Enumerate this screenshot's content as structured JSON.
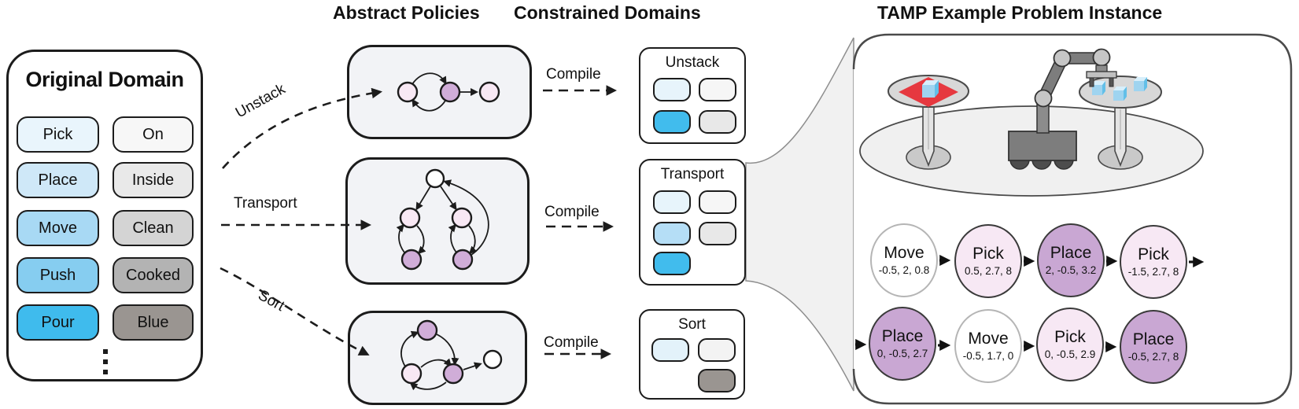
{
  "figure": {
    "headers": {
      "policies": "Abstract Policies",
      "domains": "Constrained Domains",
      "tamp": "TAMP Example Problem Instance"
    }
  },
  "original_domain": {
    "title": "Original Domain",
    "actions": [
      {
        "label": "Pick",
        "color": "#e9f5fc"
      },
      {
        "label": "Place",
        "color": "#cfe8f8"
      },
      {
        "label": "Move",
        "color": "#a8d9f4"
      },
      {
        "label": "Push",
        "color": "#86cdf0"
      },
      {
        "label": "Pour",
        "color": "#3fbbed"
      }
    ],
    "predicates": [
      {
        "label": "On",
        "color": "#f7f7f7"
      },
      {
        "label": "Inside",
        "color": "#e9e9e9"
      },
      {
        "label": "Clean",
        "color": "#d4d4d4"
      },
      {
        "label": "Cooked",
        "color": "#b3b3b3"
      },
      {
        "label": "Blue",
        "color": "#9a9591"
      }
    ]
  },
  "policy_arrows": {
    "unstack": "Unstack",
    "transport": "Transport",
    "sort": "Sort"
  },
  "compile_label": "Compile",
  "constrained_domains": {
    "unstack": {
      "title": "Unstack",
      "pills": [
        {
          "color": "#e7f4fb"
        },
        {
          "color": "#f6f6f6"
        },
        {
          "color": "#41bced"
        },
        {
          "color": "#e8e8e8"
        }
      ]
    },
    "transport": {
      "title": "Transport",
      "pills": [
        {
          "color": "#e7f4fb"
        },
        {
          "color": "#f6f6f6"
        },
        {
          "color": "#b5def6"
        },
        {
          "color": "#e8e8e8"
        },
        {
          "color": "#41bced"
        }
      ]
    },
    "sort": {
      "title": "Sort",
      "pills": [
        {
          "color": "#e3f2fa"
        },
        {
          "color": "#f3f3f3"
        },
        {
          "color": "#9a9591"
        }
      ]
    }
  },
  "action_sequence": {
    "row1": [
      {
        "name": "Move",
        "params": "-0.5, 2, 0.8",
        "fill": "#ffffff",
        "border": "#b5b5b5"
      },
      {
        "name": "Pick",
        "params": "0.5, 2.7, 8",
        "fill": "#f7e8f4",
        "border": "#3a3a3a"
      },
      {
        "name": "Place",
        "params": "2, -0.5, 3.2",
        "fill": "#c9a7d3",
        "border": "#3a3a3a"
      },
      {
        "name": "Pick",
        "params": "-1.5, 2.7, 8",
        "fill": "#f7e8f4",
        "border": "#3a3a3a"
      }
    ],
    "row2": [
      {
        "name": "Place",
        "params": "0, -0.5, 2.7",
        "fill": "#c9a7d3",
        "border": "#3a3a3a"
      },
      {
        "name": "Move",
        "params": "-0.5, 1.7, 0",
        "fill": "#ffffff",
        "border": "#b5b5b5"
      },
      {
        "name": "Pick",
        "params": "0, -0.5, 2.9",
        "fill": "#f7e8f4",
        "border": "#3a3a3a"
      },
      {
        "name": "Place",
        "params": "-0.5, 2.7, 8",
        "fill": "#c9a7d3",
        "border": "#3a3a3a"
      }
    ]
  },
  "colors": {
    "node_pink": "#f8e8f4",
    "node_purple": "#d0add8",
    "node_white": "#ffffff",
    "policy_box_bg": "#f2f3f6",
    "funnel_fill": "#f1f1f1",
    "cube_blue": "#9fd4f0",
    "diamond_red": "#e6383f"
  }
}
